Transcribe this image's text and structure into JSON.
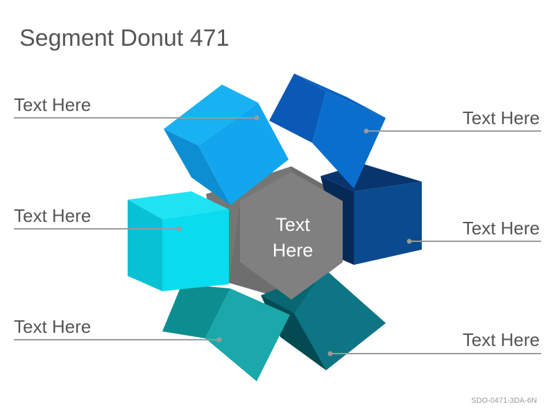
{
  "title": "Segment Donut 471",
  "center": {
    "line1": "Text",
    "line2": "Here"
  },
  "labels": [
    {
      "id": "left-1",
      "text": "Text Here"
    },
    {
      "id": "left-2",
      "text": "Text Here"
    },
    {
      "id": "left-3",
      "text": "Text Here"
    },
    {
      "id": "right-1",
      "text": "Text Here"
    },
    {
      "id": "right-2",
      "text": "Text Here"
    },
    {
      "id": "right-3",
      "text": "Text Here"
    }
  ],
  "footer": "SDO-0471-3DA-6N",
  "colors": {
    "hexagon": "#808080",
    "leader_line": "#9a9a9a",
    "cube_light_blue": "#12a6ee",
    "cube_blue": "#0a6fcc",
    "cube_navy": "#0a4a8e",
    "cube_dark_teal": "#0b6b78",
    "cube_teal": "#1aa3a6",
    "cube_cyan": "#10dbee"
  }
}
